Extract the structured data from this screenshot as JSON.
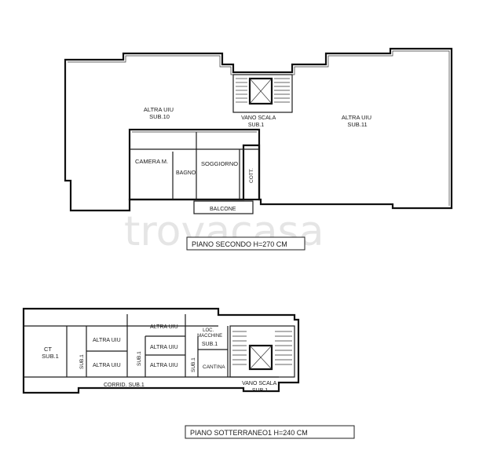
{
  "watermark": "trovacasa",
  "floor_upper": {
    "title": "PIANO SECONDO H=270 CM",
    "rooms": {
      "altra_uiu_left": [
        "ALTRA UIU",
        "SUB.10"
      ],
      "altra_uiu_right": [
        "ALTRA UIU",
        "SUB.11"
      ],
      "vano_scala": [
        "VANO SCALA",
        "SUB.1"
      ],
      "camera": "CAMERA M.",
      "bagno": "BAGNO",
      "soggiorno": "SOGGIORNO",
      "cott": "COTT.",
      "balcone": "BALCONE"
    }
  },
  "floor_lower": {
    "title": "PIANO SOTTERRANEO1 H=240 CM",
    "rooms": {
      "ct": [
        "CT",
        "SUB.1"
      ],
      "sub1_a": "SUB.1",
      "altra_uiu_1": "ALTRA UIU",
      "altra_uiu_2": "ALTRA UIU",
      "altra_uiu_3": "ALTRA UIU",
      "altra_uiu_4": "ALTRA UIU",
      "altra_uiu_5": "ALTRA UIU",
      "sub1_b": "SUB.1",
      "sub1_c": "SUB.1",
      "loc_macchine": [
        "LOC.",
        "MACCHINE",
        "SUB.1"
      ],
      "cantina": "CANTINA",
      "corridoio": "CORRID. SUB.1",
      "vano_scala": [
        "VANO SCALA",
        "SUB.1"
      ]
    }
  }
}
